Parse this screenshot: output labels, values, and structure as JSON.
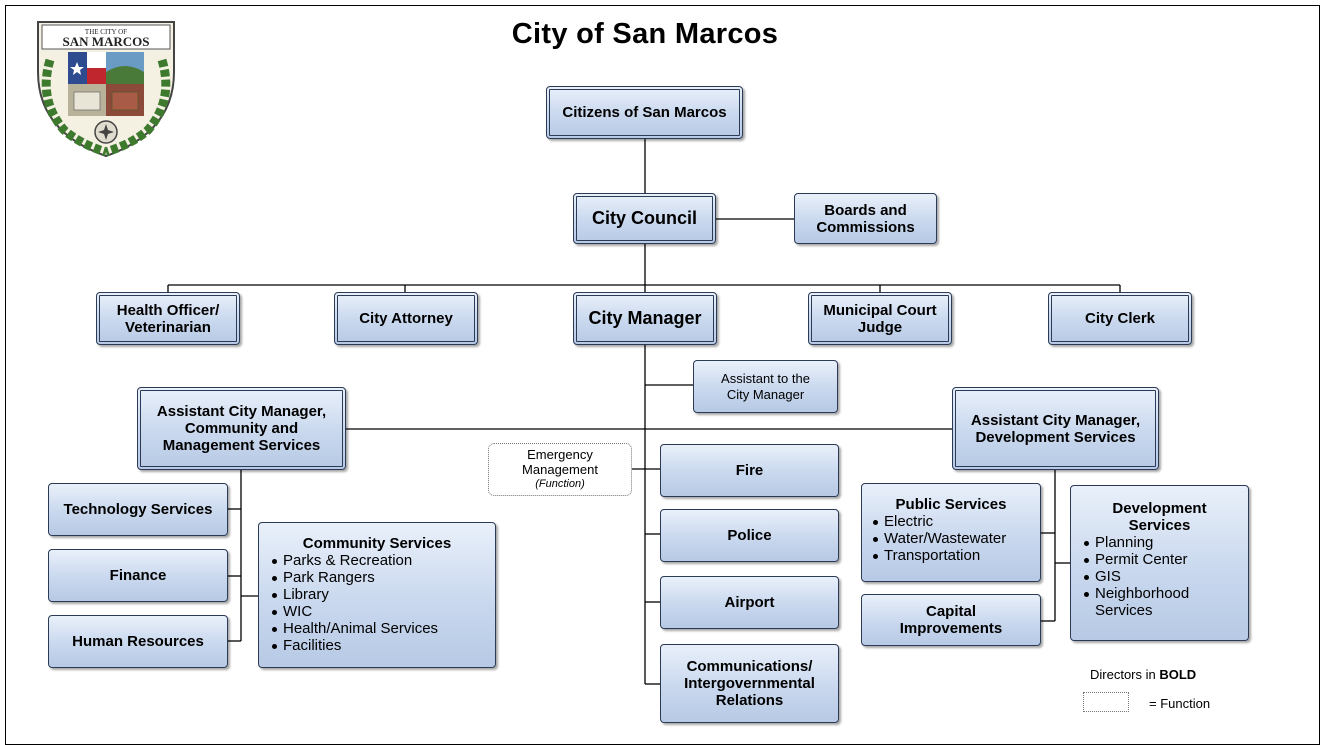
{
  "title": "City of San Marcos",
  "seal": {
    "arc_text_top": "THE CITY OF",
    "arc_text_main": "SAN MARCOS"
  },
  "nodes": {
    "citizens": "Citizens of San Marcos",
    "council": "City Council",
    "boards": [
      "Boards and",
      "Commissions"
    ],
    "health": [
      "Health Officer/",
      "Veterinarian"
    ],
    "attorney": "City Attorney",
    "manager": "City Manager",
    "court": [
      "Municipal Court",
      "Judge"
    ],
    "clerk": "City Clerk",
    "asst_to_manager": [
      "Assistant to the",
      "City Manager"
    ],
    "acm_cms": [
      "Assistant City Manager,",
      "Community and",
      "Management Services"
    ],
    "acm_dev": [
      "Assistant City Manager,",
      "Development Services"
    ],
    "emergency": [
      "Emergency",
      "Management",
      "(Function)"
    ],
    "fire": "Fire",
    "police": "Police",
    "airport": "Airport",
    "comm": [
      "Communications/",
      "Intergovernmental",
      "Relations"
    ],
    "tech": "Technology Services",
    "finance": "Finance",
    "hr": "Human Resources",
    "community_services": {
      "header": "Community Services",
      "items": [
        "Parks & Recreation",
        "Park Rangers",
        "Library",
        "WIC",
        "Health/Animal Services",
        "Facilities"
      ]
    },
    "public_services": {
      "header": "Public Services",
      "items": [
        "Electric",
        "Water/Wastewater",
        "Transportation"
      ]
    },
    "capital": [
      "Capital",
      "Improvements"
    ],
    "development_services": {
      "header": [
        "Development",
        "Services"
      ],
      "items": [
        "Planning",
        "Permit Center",
        "GIS",
        "Neighborhood Services"
      ]
    }
  },
  "legend": {
    "directors_prefix": "Directors in ",
    "directors_bold": "BOLD",
    "function_label": "= Function"
  },
  "colors": {
    "box_fill": "#c9d8ee",
    "box_border": "#2b3a55",
    "line": "#000000"
  }
}
